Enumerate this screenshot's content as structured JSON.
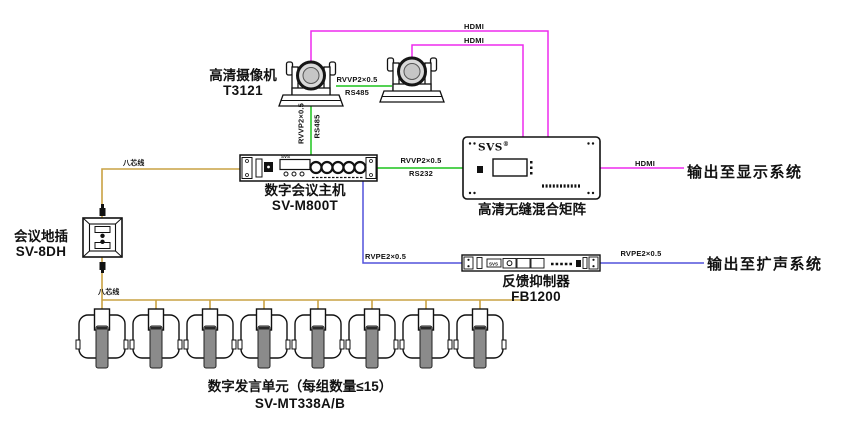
{
  "colors": {
    "hdmi_line": "#ee2bee",
    "serial_line": "#1cc41c",
    "audio_line": "#5252dc",
    "bus_line": "#c9a243"
  },
  "devices": {
    "cameras": {
      "name": "高清摄像机",
      "model": "T3121",
      "count": 2
    },
    "host": {
      "name": "数字会议主机",
      "model": "SV-M800T",
      "brand": "SVS"
    },
    "matrix": {
      "name": "高清无缝混合矩阵",
      "brand": "SVS",
      "reg": "®"
    },
    "floor_socket": {
      "name": "会议地插",
      "model": "SV-8DH"
    },
    "feedback_suppressor": {
      "name": "反馈抑制器",
      "model": "FB1200",
      "brand": "SVS"
    },
    "mic_units": {
      "name": "数字发言单元（每组数量≤15）",
      "model": "SV-MT338A/B",
      "count": 8
    }
  },
  "cables": {
    "hdmi_cam1": "HDMI",
    "hdmi_cam2": "HDMI",
    "hdmi_out": "HDMI",
    "cam_link": {
      "type": "RVVP2×0.5",
      "protocol": "RS485"
    },
    "cam_to_host": {
      "type": "RVVP2×0.5",
      "protocol": "RS485"
    },
    "host_to_matrix": {
      "type": "RVVP2×0.5",
      "protocol": "RS232"
    },
    "host_to_suppressor": "RVPE2×0.5",
    "suppressor_out": "RVPE2×0.5",
    "bus_top": "八芯线",
    "bus_bottom": "八芯线"
  },
  "outputs": {
    "display": "输出至显示系统",
    "speaker": "输出至扩声系统"
  }
}
